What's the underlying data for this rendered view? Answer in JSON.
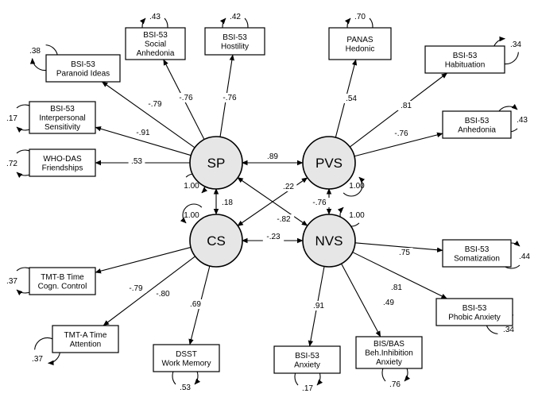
{
  "latent": {
    "sp": {
      "label": "SP",
      "variance": "1.00"
    },
    "pvs": {
      "label": "PVS",
      "variance": "1.00"
    },
    "cs": {
      "label": "CS",
      "variance": "1.00"
    },
    "nvs": {
      "label": "NVS",
      "variance": "1.00"
    }
  },
  "correlations": {
    "sp_pvs": ".89",
    "sp_cs": ".18",
    "sp_nvs": "-.82",
    "cs_pvs": ".22",
    "pvs_nvs": "-.76",
    "cs_nvs": "-.23"
  },
  "indicators": {
    "paranoid": {
      "lines": [
        "BSI-53",
        "Paranoid Ideas"
      ],
      "loading": "-.79",
      "residual": ".38"
    },
    "social_anhedonia": {
      "lines": [
        "BSI-53",
        "Social",
        "Anhedonia"
      ],
      "loading": "-.76",
      "residual": ".43"
    },
    "hostility": {
      "lines": [
        "BSI-53",
        "Hostility"
      ],
      "loading": "-.76",
      "residual": ".42"
    },
    "interpersonal": {
      "lines": [
        "BSI-53",
        "Interpersonal",
        "Sensitivity"
      ],
      "loading": "-.91",
      "residual": ".17"
    },
    "friendships": {
      "lines": [
        "WHO-DAS",
        "Friendships"
      ],
      "loading": ".53",
      "residual": ".72"
    },
    "hedonic": {
      "lines": [
        "PANAS",
        "Hedonic"
      ],
      "loading": ".54",
      "residual": ".70"
    },
    "habituation": {
      "lines": [
        "BSI-53",
        "Habituation"
      ],
      "loading": ".81",
      "residual": ".34"
    },
    "anhedonia": {
      "lines": [
        "BSI-53",
        "Anhedonia"
      ],
      "loading": "-.76",
      "residual": ".43"
    },
    "tmtb": {
      "lines": [
        "TMT-B Time",
        "Cogn. Control"
      ],
      "loading": "-.79",
      "residual": ".37"
    },
    "tmta": {
      "lines": [
        "TMT-A Time",
        "Attention"
      ],
      "loading": "-.80",
      "residual": ".37"
    },
    "dsst": {
      "lines": [
        "DSST",
        "Work Memory"
      ],
      "loading": ".69",
      "residual": ".53"
    },
    "bsi_anxiety": {
      "lines": [
        "BSI-53",
        "Anxiety"
      ],
      "loading": ".91",
      "residual": ".17"
    },
    "bisbas": {
      "lines": [
        "BIS/BAS",
        "Beh.Inhibition",
        "Anxiety"
      ],
      "loading": ".49",
      "residual": ".76"
    },
    "somatization": {
      "lines": [
        "BSI-53",
        "Somatization"
      ],
      "loading": ".75",
      "residual": ".44"
    },
    "phobic": {
      "lines": [
        "BSI-53",
        "Phobic Anxiety"
      ],
      "loading": ".81",
      "residual": ".34"
    }
  }
}
